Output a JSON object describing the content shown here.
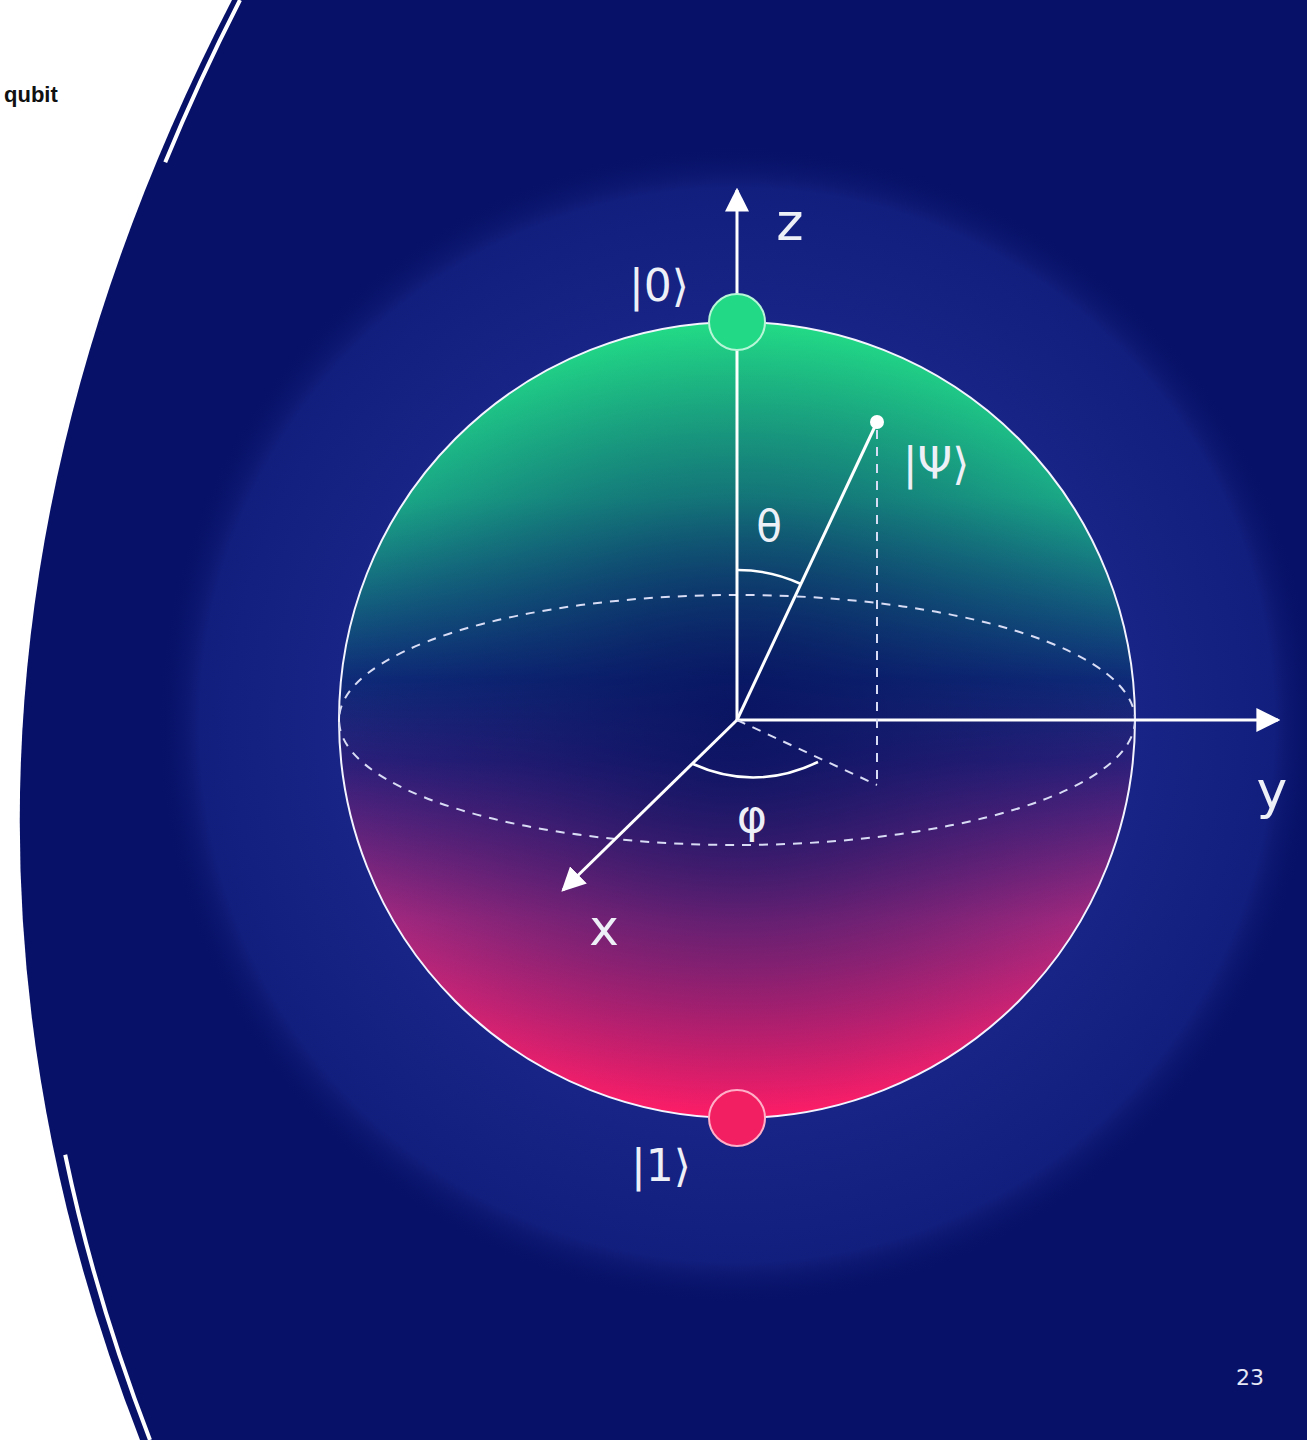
{
  "diagram": {
    "title": "qubit",
    "labels": [
      "z",
      "|0⟩",
      "|Ψ⟩",
      "θ",
      "y",
      "φ",
      "x",
      "|1⟩",
      "23"
    ]
  }
}
